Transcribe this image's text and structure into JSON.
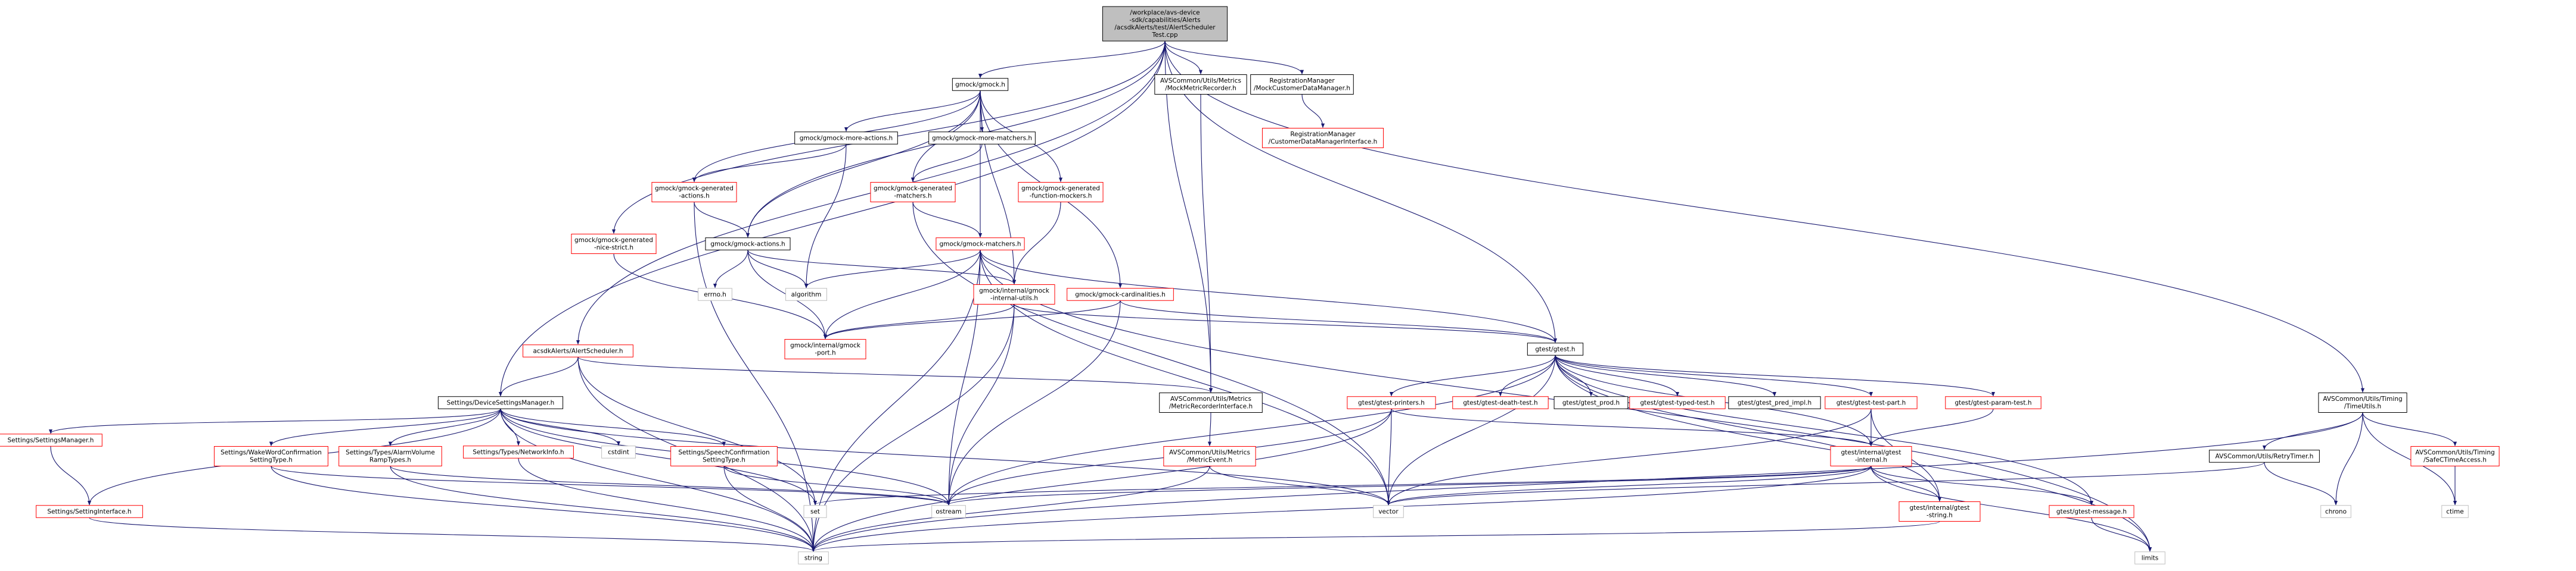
{
  "colors": {
    "root_fill": "#bfbfbf",
    "node_fill": "#ffffff",
    "border_normal": "#000000",
    "border_missing": "#ff0000",
    "border_system": "#bfbfbf",
    "edge": "#191970",
    "text": "#000000"
  },
  "nodes": [
    {
      "id": "root",
      "kind": "root",
      "lines": [
        "/workplace/avs-device",
        "-sdk/capabilities/Alerts",
        "/acsdkAlerts/test/AlertScheduler",
        "Test.cpp"
      ]
    },
    {
      "id": "gmock",
      "kind": "normal",
      "lines": [
        "gmock/gmock.h"
      ]
    },
    {
      "id": "mockmetric",
      "kind": "normal",
      "lines": [
        "AVSCommon/Utils/Metrics",
        "/MockMetricRecorder.h"
      ]
    },
    {
      "id": "regmock",
      "kind": "normal",
      "lines": [
        "RegistrationManager",
        "/MockCustomerDataManager.h"
      ]
    },
    {
      "id": "regiface",
      "kind": "missing",
      "lines": [
        "RegistrationManager",
        "/CustomerDataManagerInterface.h"
      ]
    },
    {
      "id": "moreactions",
      "kind": "normal",
      "lines": [
        "gmock/gmock-more-actions.h"
      ]
    },
    {
      "id": "morematchers",
      "kind": "normal",
      "lines": [
        "gmock/gmock-more-matchers.h"
      ]
    },
    {
      "id": "genactions",
      "kind": "missing",
      "lines": [
        "gmock/gmock-generated",
        "-actions.h"
      ]
    },
    {
      "id": "genmatchers",
      "kind": "missing",
      "lines": [
        "gmock/gmock-generated",
        "-matchers.h"
      ]
    },
    {
      "id": "genfunction",
      "kind": "missing",
      "lines": [
        "gmock/gmock-generated",
        "-function-mockers.h"
      ]
    },
    {
      "id": "gennice",
      "kind": "missing",
      "lines": [
        "gmock/gmock-generated",
        "-nice-strict.h"
      ]
    },
    {
      "id": "actions",
      "kind": "normal",
      "lines": [
        "gmock/gmock-actions.h"
      ]
    },
    {
      "id": "matchers",
      "kind": "missing",
      "lines": [
        "gmock/gmock-matchers.h"
      ]
    },
    {
      "id": "errno",
      "kind": "system",
      "lines": [
        "errno.h"
      ]
    },
    {
      "id": "algorithm",
      "kind": "system",
      "lines": [
        "algorithm"
      ]
    },
    {
      "id": "internalutils",
      "kind": "missing",
      "lines": [
        "gmock/internal/gmock",
        "-internal-utils.h"
      ]
    },
    {
      "id": "cardinalities",
      "kind": "missing",
      "lines": [
        "gmock/gmock-cardinalities.h"
      ]
    },
    {
      "id": "gmockport",
      "kind": "missing",
      "lines": [
        "gmock/internal/gmock",
        "-port.h"
      ]
    },
    {
      "id": "alertsched",
      "kind": "missing",
      "lines": [
        "acsdkAlerts/AlertScheduler.h"
      ]
    },
    {
      "id": "gtest",
      "kind": "normal",
      "lines": [
        "gtest/gtest.h"
      ]
    },
    {
      "id": "devsettings",
      "kind": "normal",
      "lines": [
        "Settings/DeviceSettingsManager.h"
      ]
    },
    {
      "id": "metricrec",
      "kind": "normal",
      "lines": [
        "AVSCommon/Utils/Metrics",
        "/MetricRecorderInterface.h"
      ]
    },
    {
      "id": "settingmgr",
      "kind": "missing",
      "lines": [
        "Settings/SettingsManager.h"
      ]
    },
    {
      "id": "settingiface",
      "kind": "missing",
      "lines": [
        "Settings/SettingInterface.h"
      ]
    },
    {
      "id": "wakeword",
      "kind": "missing",
      "lines": [
        "Settings/WakeWordConfirmation",
        "SettingType.h"
      ]
    },
    {
      "id": "ramp",
      "kind": "missing",
      "lines": [
        "Settings/Types/AlarmVolume",
        "RampTypes.h"
      ]
    },
    {
      "id": "netinfo",
      "kind": "missing",
      "lines": [
        "Settings/Types/NetworkInfo.h"
      ]
    },
    {
      "id": "cstdint",
      "kind": "system",
      "lines": [
        "cstdint"
      ]
    },
    {
      "id": "speechconf",
      "kind": "missing",
      "lines": [
        "Settings/SpeechConfirmation",
        "SettingType.h"
      ]
    },
    {
      "id": "metricevent",
      "kind": "missing",
      "lines": [
        "AVSCommon/Utils/Metrics",
        "/MetricEvent.h"
      ]
    },
    {
      "id": "printers",
      "kind": "missing",
      "lines": [
        "gtest/gtest-printers.h"
      ]
    },
    {
      "id": "deathtest",
      "kind": "missing",
      "lines": [
        "gtest/gtest-death-test.h"
      ]
    },
    {
      "id": "prod",
      "kind": "normal",
      "lines": [
        "gtest/gtest_prod.h"
      ]
    },
    {
      "id": "typedtest",
      "kind": "missing",
      "lines": [
        "gtest/gtest-typed-test.h"
      ]
    },
    {
      "id": "predimpl",
      "kind": "normal",
      "lines": [
        "gtest/gtest_pred_impl.h"
      ]
    },
    {
      "id": "testpart",
      "kind": "missing",
      "lines": [
        "gtest/gtest-test-part.h"
      ]
    },
    {
      "id": "paramtest",
      "kind": "missing",
      "lines": [
        "gtest/gtest-param-test.h"
      ]
    },
    {
      "id": "gtestinternal",
      "kind": "missing",
      "lines": [
        "gtest/internal/gtest",
        "-internal.h"
      ]
    },
    {
      "id": "gteststring",
      "kind": "missing",
      "lines": [
        "gtest/internal/gtest",
        "-string.h"
      ]
    },
    {
      "id": "gtestmessage",
      "kind": "missing",
      "lines": [
        "gtest/gtest-message.h"
      ]
    },
    {
      "id": "timeutils",
      "kind": "normal",
      "lines": [
        "AVSCommon/Utils/Timing",
        "/TimeUtils.h"
      ]
    },
    {
      "id": "retrytimer",
      "kind": "normal",
      "lines": [
        "AVSCommon/Utils/RetryTimer.h"
      ]
    },
    {
      "id": "safectime",
      "kind": "missing",
      "lines": [
        "AVSCommon/Utils/Timing",
        "/SafeCTimeAccess.h"
      ]
    },
    {
      "id": "chrono",
      "kind": "system",
      "lines": [
        "chrono"
      ]
    },
    {
      "id": "ctime",
      "kind": "system",
      "lines": [
        "ctime"
      ]
    },
    {
      "id": "set",
      "kind": "system",
      "lines": [
        "set"
      ]
    },
    {
      "id": "ostream",
      "kind": "system",
      "lines": [
        "ostream"
      ]
    },
    {
      "id": "vector",
      "kind": "system",
      "lines": [
        "vector"
      ]
    },
    {
      "id": "limits",
      "kind": "system",
      "lines": [
        "limits"
      ]
    },
    {
      "id": "string",
      "kind": "system",
      "lines": [
        "string"
      ]
    }
  ],
  "edges": [
    [
      "root",
      "gmock"
    ],
    [
      "root",
      "mockmetric"
    ],
    [
      "root",
      "regmock"
    ],
    [
      "root",
      "gennice"
    ],
    [
      "root",
      "actions"
    ],
    [
      "root",
      "alertsched"
    ],
    [
      "root",
      "devsettings"
    ],
    [
      "root",
      "metricrec"
    ],
    [
      "root",
      "gtest"
    ],
    [
      "root",
      "timeutils"
    ],
    [
      "regmock",
      "regiface"
    ],
    [
      "gmock",
      "moreactions"
    ],
    [
      "gmock",
      "morematchers"
    ],
    [
      "gmock",
      "genactions"
    ],
    [
      "gmock",
      "genmatchers"
    ],
    [
      "gmock",
      "genfunction"
    ],
    [
      "gmock",
      "actions"
    ],
    [
      "gmock",
      "matchers"
    ],
    [
      "gmock",
      "internalutils"
    ],
    [
      "gmock",
      "cardinalities"
    ],
    [
      "mockmetric",
      "metricrec"
    ],
    [
      "moreactions",
      "genactions"
    ],
    [
      "moreactions",
      "algorithm"
    ],
    [
      "morematchers",
      "genmatchers"
    ],
    [
      "genactions",
      "actions"
    ],
    [
      "genactions",
      "string"
    ],
    [
      "genmatchers",
      "matchers"
    ],
    [
      "genmatchers",
      "vector"
    ],
    [
      "genfunction",
      "internalutils"
    ],
    [
      "gennice",
      "gmockport"
    ],
    [
      "actions",
      "errno"
    ],
    [
      "actions",
      "algorithm"
    ],
    [
      "actions",
      "internalutils"
    ],
    [
      "actions",
      "gmockport"
    ],
    [
      "matchers",
      "algorithm"
    ],
    [
      "matchers",
      "internalutils"
    ],
    [
      "matchers",
      "gmockport"
    ],
    [
      "matchers",
      "ostream"
    ],
    [
      "matchers",
      "string"
    ],
    [
      "matchers",
      "vector"
    ],
    [
      "matchers",
      "limits"
    ],
    [
      "matchers",
      "gtest"
    ],
    [
      "internalutils",
      "gmockport"
    ],
    [
      "internalutils",
      "gtest"
    ],
    [
      "internalutils",
      "ostream"
    ],
    [
      "internalutils",
      "string"
    ],
    [
      "cardinalities",
      "gmockport"
    ],
    [
      "cardinalities",
      "ostream"
    ],
    [
      "cardinalities",
      "gtest"
    ],
    [
      "alertsched",
      "devsettings"
    ],
    [
      "alertsched",
      "metricrec"
    ],
    [
      "alertsched",
      "set"
    ],
    [
      "alertsched",
      "string"
    ],
    [
      "devsettings",
      "settingmgr"
    ],
    [
      "devsettings",
      "settingiface"
    ],
    [
      "devsettings",
      "wakeword"
    ],
    [
      "devsettings",
      "ramp"
    ],
    [
      "devsettings",
      "netinfo"
    ],
    [
      "devsettings",
      "cstdint"
    ],
    [
      "devsettings",
      "speechconf"
    ],
    [
      "devsettings",
      "set"
    ],
    [
      "devsettings",
      "vector"
    ],
    [
      "devsettings",
      "string"
    ],
    [
      "devsettings",
      "ostream"
    ],
    [
      "settingmgr",
      "settingiface"
    ],
    [
      "settingiface",
      "string"
    ],
    [
      "wakeword",
      "ostream"
    ],
    [
      "wakeword",
      "string"
    ],
    [
      "ramp",
      "ostream"
    ],
    [
      "ramp",
      "string"
    ],
    [
      "netinfo",
      "string"
    ],
    [
      "speechconf",
      "ostream"
    ],
    [
      "speechconf",
      "string"
    ],
    [
      "metricrec",
      "metricevent"
    ],
    [
      "metricevent",
      "vector"
    ],
    [
      "metricevent",
      "string"
    ],
    [
      "gtest",
      "printers"
    ],
    [
      "gtest",
      "deathtest"
    ],
    [
      "gtest",
      "prod"
    ],
    [
      "gtest",
      "typedtest"
    ],
    [
      "gtest",
      "predimpl"
    ],
    [
      "gtest",
      "testpart"
    ],
    [
      "gtest",
      "paramtest"
    ],
    [
      "gtest",
      "gtestinternal"
    ],
    [
      "gtest",
      "gteststring"
    ],
    [
      "gtest",
      "gtestmessage"
    ],
    [
      "gtest",
      "ostream"
    ],
    [
      "gtest",
      "vector"
    ],
    [
      "gtest",
      "limits"
    ],
    [
      "printers",
      "gtestinternal"
    ],
    [
      "printers",
      "ostream"
    ],
    [
      "printers",
      "vector"
    ],
    [
      "printers",
      "string"
    ],
    [
      "testpart",
      "gtestinternal"
    ],
    [
      "testpart",
      "gteststring"
    ],
    [
      "testpart",
      "vector"
    ],
    [
      "paramtest",
      "gtestinternal"
    ],
    [
      "gtestinternal",
      "gteststring"
    ],
    [
      "gtestinternal",
      "gtestmessage"
    ],
    [
      "gtestinternal",
      "set"
    ],
    [
      "gtestinternal",
      "ostream"
    ],
    [
      "gtestinternal",
      "vector"
    ],
    [
      "gtestinternal",
      "string"
    ],
    [
      "gtestinternal",
      "limits"
    ],
    [
      "gteststring",
      "string"
    ],
    [
      "gtestmessage",
      "limits"
    ],
    [
      "timeutils",
      "retrytimer"
    ],
    [
      "timeutils",
      "safectime"
    ],
    [
      "timeutils",
      "chrono"
    ],
    [
      "timeutils",
      "ctime"
    ],
    [
      "timeutils",
      "string"
    ],
    [
      "retrytimer",
      "chrono"
    ],
    [
      "retrytimer",
      "vector"
    ],
    [
      "safectime",
      "ctime"
    ]
  ]
}
